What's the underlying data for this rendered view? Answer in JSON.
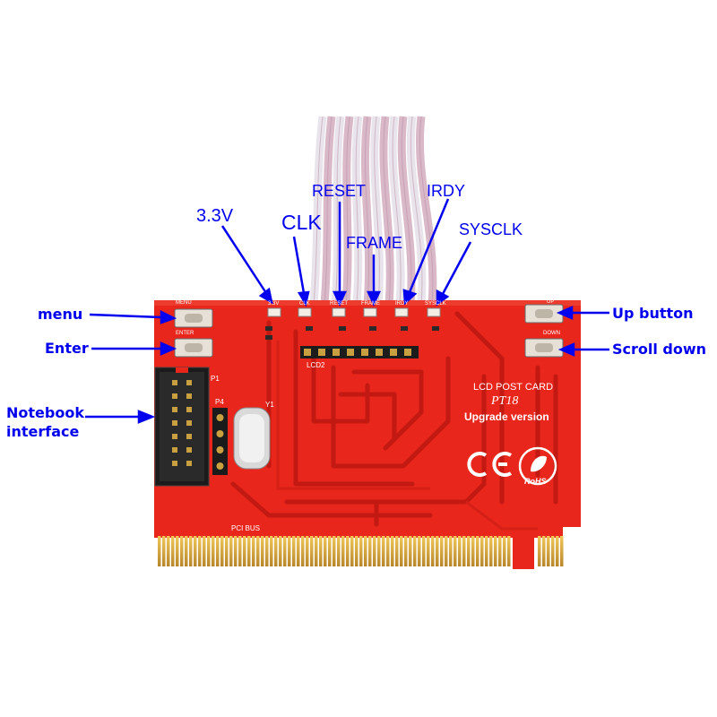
{
  "card": {
    "title": "LCD POST CARD",
    "model": "PT18",
    "subtitle": "Upgrade version",
    "ce_mark": "CE",
    "rohs_mark": "RoHS",
    "bus_label": "PCI BUS",
    "lcd_header_label": "LCD2",
    "jumper_label": "P4",
    "connector_label": "P1",
    "crystal_label": "Y1"
  },
  "leds": [
    {
      "id": "3v3",
      "silk": "3.3V"
    },
    {
      "id": "clk",
      "silk": "CLK"
    },
    {
      "id": "reset",
      "silk": "RESET"
    },
    {
      "id": "frame",
      "silk": "FRAME"
    },
    {
      "id": "irdy",
      "silk": "IRDY"
    },
    {
      "id": "sysclk",
      "silk": "SYSCLK"
    }
  ],
  "buttons": {
    "menu_silk": "MENU",
    "enter_silk": "ENTER",
    "up_silk": "UP",
    "down_silk": "DOWN"
  },
  "labels": {
    "v33": "3.3V",
    "clk": "CLK",
    "reset": "RESET",
    "frame": "FRAME",
    "irdy": "IRDY",
    "sysclk": "SYSCLK",
    "menu": "menu",
    "enter": "Enter",
    "notebook": "Notebook\ninterface",
    "up": "Up button",
    "down": "Scroll down"
  },
  "colors": {
    "pcb": "#e8261c",
    "trace": "#c21a12",
    "gold": "#d9a82e",
    "label": "#0000ee",
    "silkscreen": "#ffffff"
  }
}
